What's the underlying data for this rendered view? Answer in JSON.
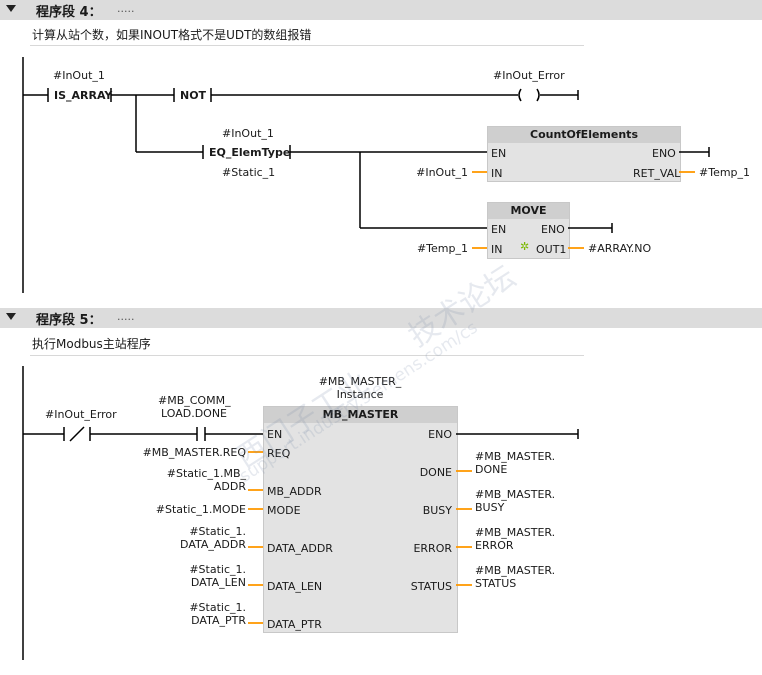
{
  "network4": {
    "title": "程序段 4：",
    "dots": ".....",
    "comment": "计算从站个数，如果INOUT格式不是UDT的数组报错",
    "contact1_operand": "#InOut_1",
    "contact1_label": "IS_ARRAY",
    "not_label": "NOT",
    "coil_operand": "#InOut_Error",
    "coil_symbol": "( )",
    "cmp_operand_top": "#InOut_1",
    "cmp_label": "EQ_ElemType",
    "cmp_operand_bottom": "#Static_1",
    "count_block": {
      "title": "CountOfElements",
      "en": "EN",
      "eno": "ENO",
      "in": "IN",
      "in_operand": "#InOut_1",
      "ret": "RET_VAL",
      "ret_operand": "#Temp_1"
    },
    "move_block": {
      "title": "MOVE",
      "en": "EN",
      "eno": "ENO",
      "in": "IN",
      "in_operand": "#Temp_1",
      "out": "OUT1",
      "out_operand": "#ARRAY.NO"
    }
  },
  "network5": {
    "title": "程序段 5：",
    "dots": ".....",
    "comment": "执行Modbus主站程序",
    "contact_nc_operand": "#InOut_Error",
    "contact_no_operand": [
      "#MB_COMM_",
      "LOAD.DONE"
    ],
    "instance": [
      "#MB_MASTER_",
      "Instance"
    ],
    "block": {
      "title": "MB_MASTER",
      "inputs": [
        {
          "pin": "EN",
          "operand": []
        },
        {
          "pin": "REQ",
          "operand": [
            "#MB_MASTER.REQ"
          ]
        },
        {
          "pin": "MB_ADDR",
          "operand": [
            "#Static_1.MB_",
            "ADDR"
          ]
        },
        {
          "pin": "MODE",
          "operand": [
            "#Static_1.MODE"
          ]
        },
        {
          "pin": "DATA_ADDR",
          "operand": [
            "#Static_1.",
            "DATA_ADDR"
          ]
        },
        {
          "pin": "DATA_LEN",
          "operand": [
            "#Static_1.",
            "DATA_LEN"
          ]
        },
        {
          "pin": "DATA_PTR",
          "operand": [
            "#Static_1.",
            "DATA_PTR"
          ]
        }
      ],
      "outputs": [
        {
          "pin": "ENO",
          "operand": []
        },
        {
          "pin": "DONE",
          "operand": [
            "#MB_MASTER.",
            "DONE"
          ]
        },
        {
          "pin": "BUSY",
          "operand": [
            "#MB_MASTER.",
            "BUSY"
          ]
        },
        {
          "pin": "ERROR",
          "operand": [
            "#MB_MASTER.",
            "ERROR"
          ]
        },
        {
          "pin": "STATUS",
          "operand": [
            "#MB_MASTER.",
            "STATUS"
          ]
        }
      ]
    }
  },
  "watermark": {
    "text1": "西门子工业",
    "text2": "技术论坛",
    "text3": "support.industry.siemens.com/cs"
  },
  "colors": {
    "header_bg": "#dcdcdc",
    "block_bg": "#e3e3e3",
    "block_title_bg": "#cfcfcf",
    "wire": "#000000",
    "param_wire": "#ff9900",
    "move_icon": "#7ab800"
  }
}
